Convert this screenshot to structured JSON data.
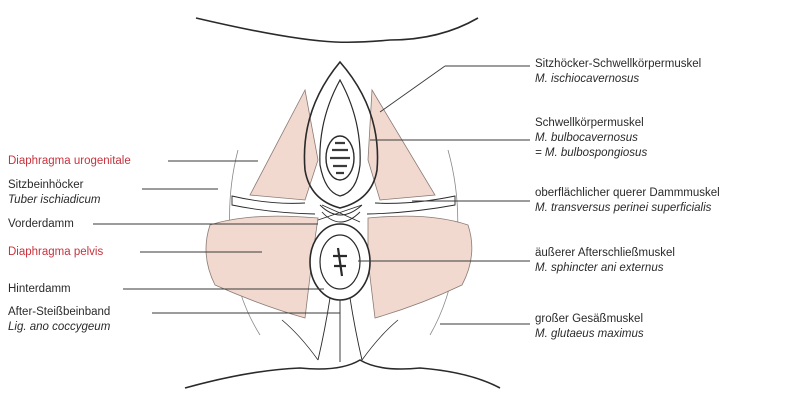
{
  "colors": {
    "muscle_fill": "#f1d9cf",
    "line": "#3a3a3a",
    "label_red": "#c8323c",
    "label_text": "#2a2a2a"
  },
  "labels_left": [
    {
      "name": "Diaphragma urogenitale",
      "latin": "",
      "red": true
    },
    {
      "name": "Sitzbeinhöcker",
      "latin": "Tuber ischiadicum",
      "red": false
    },
    {
      "name": "Vorderdamm",
      "latin": "",
      "red": false
    },
    {
      "name": "Diaphragma pelvis",
      "latin": "",
      "red": true
    },
    {
      "name": "Hinterdamm",
      "latin": "",
      "red": false
    },
    {
      "name": "After-Steißbeinband",
      "latin": "Lig. ano coccygeum",
      "red": false
    }
  ],
  "labels_right": [
    {
      "name": "Sitzhöcker-Schwellkörpermuskel",
      "latin": "M. ischiocavernosus"
    },
    {
      "name": "Schwellkörpermuskel",
      "latin": "M. bulbocavernosus",
      "latin2": "= M. bulbospongiosus"
    },
    {
      "name": "oberflächlicher querer Dammmuskel",
      "latin": "M. transversus perinei superficialis"
    },
    {
      "name": "äußerer Afterschließmuskel",
      "latin": "M. sphincter ani externus"
    },
    {
      "name": "großer Gesäßmuskel",
      "latin": "M. glutaeus maximus"
    }
  ]
}
